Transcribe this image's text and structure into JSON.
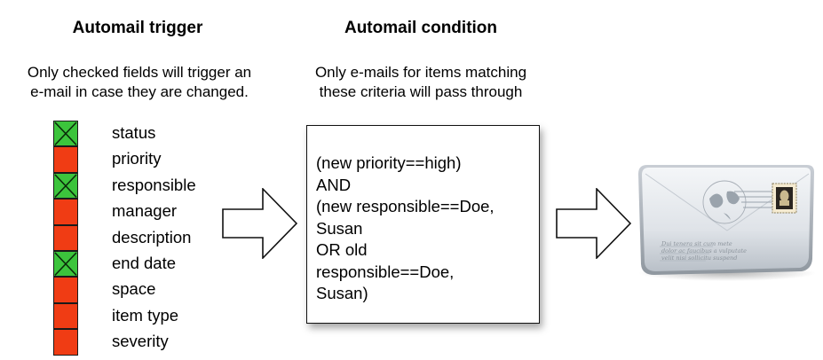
{
  "trigger": {
    "heading": "Automail trigger",
    "description": [
      "Only checked fields will trigger an",
      "e-mail in case they are changed."
    ],
    "fields": [
      {
        "label": "status",
        "checked": true
      },
      {
        "label": "priority",
        "checked": false
      },
      {
        "label": "responsible",
        "checked": true
      },
      {
        "label": "manager",
        "checked": false
      },
      {
        "label": "description",
        "checked": false
      },
      {
        "label": "end date",
        "checked": true
      },
      {
        "label": "space",
        "checked": false
      },
      {
        "label": "item type",
        "checked": false
      },
      {
        "label": "severity",
        "checked": false
      }
    ]
  },
  "condition": {
    "heading": "Automail condition",
    "description": [
      "Only e-mails for items matching",
      "these criteria will pass through"
    ],
    "lines": [
      "(new priority==high)",
      "AND",
      "(new responsible==Doe,",
      "Susan",
      "OR old",
      "responsible==Doe,",
      "Susan)"
    ]
  },
  "colors": {
    "checked_fill": "#3cc43c",
    "unchecked_fill": "#f03c14",
    "check_mark": "#0a2a0a"
  },
  "icons": {
    "arrow": "right-arrow-icon",
    "envelope": "envelope-icon"
  }
}
